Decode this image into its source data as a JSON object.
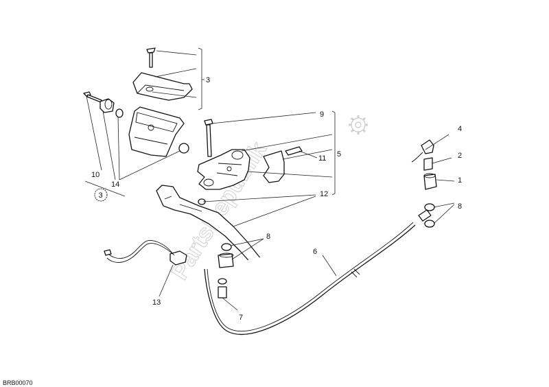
{
  "watermark": "PartsRepublik",
  "drawing_code": "BRB00070",
  "callouts": {
    "c1": "1",
    "c2": "2",
    "c3": "3",
    "c3_ref": "3",
    "c4": "4",
    "c5": "5",
    "c6": "6",
    "c7": "7",
    "c8a": "8",
    "c8b": "8",
    "c9": "9",
    "c10": "10",
    "c11": "11",
    "c12": "12",
    "c13": "13",
    "c14": "14"
  }
}
